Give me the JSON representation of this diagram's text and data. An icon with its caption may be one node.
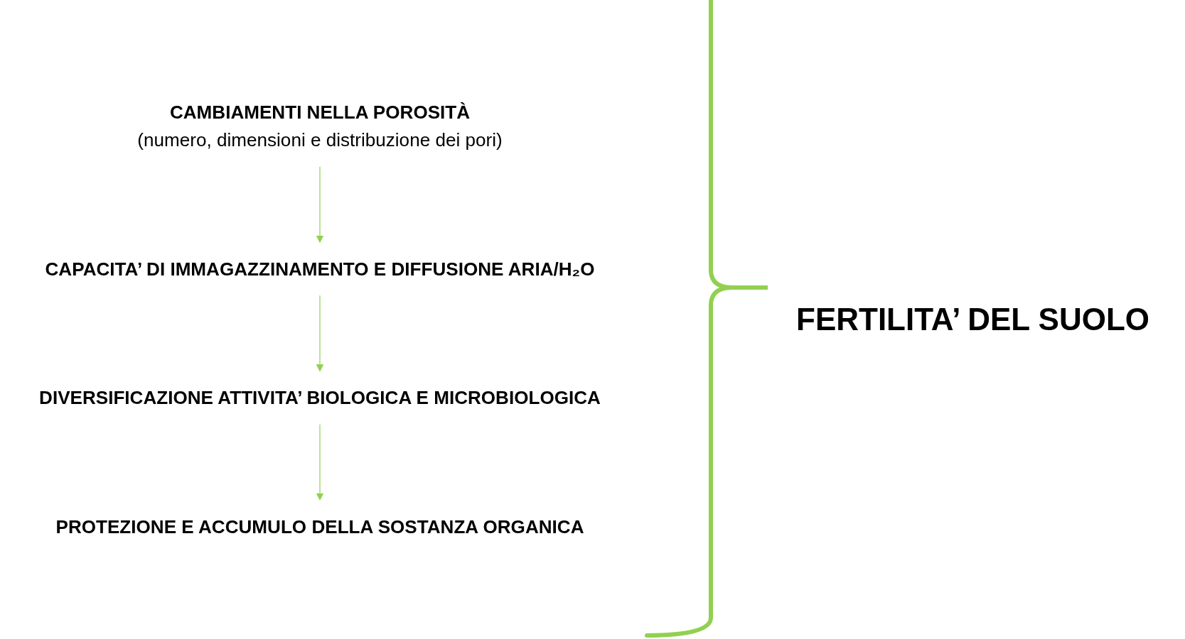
{
  "diagram": {
    "nodes": [
      {
        "text": [
          "CAMBIAMENTI NELLA POROSITÀ",
          "(numero, dimensioni e distribuzione dei pori)"
        ]
      },
      {
        "text": [
          "CAPACITA’ DI IMMAGAZZINAMENTO E DIFFUSIONE ARIA/H₂O"
        ]
      },
      {
        "text": [
          "DIVERSIFICAZIONE ATTIVITA’ BIOLOGICA E MICROBIOLOGICA"
        ]
      },
      {
        "text": [
          "PROTEZIONE E ACCUMULO DELLA SOSTANZA ORGANICA"
        ]
      }
    ],
    "edges": [
      {
        "from": 0,
        "to": 1,
        "arrow": "to"
      },
      {
        "from": 1,
        "to": 2,
        "arrow": "to"
      },
      {
        "from": 2,
        "to": 3,
        "arrow": "to"
      }
    ],
    "labels": [
      "FERTILITA’ DEL SUOLO"
    ]
  }
}
